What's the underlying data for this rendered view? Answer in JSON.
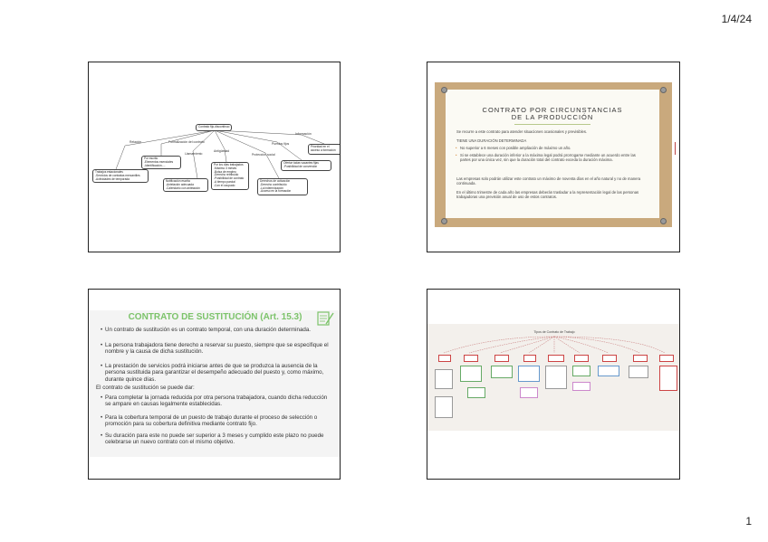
{
  "header": {
    "date": "1/4/24"
  },
  "footer": {
    "page_number": "1"
  },
  "slide1": {
    "root": "Contrato fijo-discontinuo",
    "branches": [
      {
        "label": "Relación",
        "box": ""
      },
      {
        "label": "Formalización del contrato",
        "box": "Por escrito\n-Elementos esenciales\n-Identificación...-"
      },
      {
        "label": "Llamamiento",
        "box": "Notificación escrita\n-Antelación adecuada\n-Calendario con antelación"
      },
      {
        "label": "Antigüedad",
        "box": "Por los días trabajados\n-Máximo 3 meses\n-Bolsa de empleo\n-Derecho retribuido\n-Posibilidad de contrato\n-A tiempo parcial\n-Con el ocupado"
      },
      {
        "label": "Protección social",
        "box": "Derechos de cotización\n-Derecho contribuido\n-La indemnización\n-Acceso en la formación"
      },
      {
        "label": "Puestos fijos",
        "box": "Ofertar todas vacantes fijas\n-Posibilidad de conversión"
      },
      {
        "label": "Información",
        "box": "Prioridad en el\nacceso a formación"
      }
    ],
    "left_box": "Trabajos estacionales\n-Servicios de contratas mercantiles\n-Actividades de temporada"
  },
  "slide2": {
    "title_line1": "CONTRATO POR CIRCUNSTANCIAS",
    "title_line2": "DE LA PRODUCCIÓN",
    "intro": "Se recurre a este contrato para atender situaciones ocasionales y previsibles.",
    "subtitle": "TIENE UNA DURACIÓN DETERMINADA",
    "bullets": [
      "No superior a 6 meses con posible ampliación de máximo un año.",
      "Si se establece una duración inferior a la máxima legal podrá prorrogarse mediante un acuerdo entre las partes por una única vez, sin que la duración total del contrato exceda la duración máxima."
    ],
    "para1": "Las empresas solo podrán utilizar este contrato un máximo de noventa días en el año natural y no de manera continuada.",
    "para2": "En el último trimestre de cada año las empresas deberán trasladar a la representación legal de las personas trabajadoras una previsión anual de uso de estos contratos."
  },
  "slide3": {
    "title": "CONTRATO DE SUSTITUCIÓN (Art. 15.3)",
    "bullets_a": [
      "Un contrato de sustitución es un contrato temporal, con una duración determinada.",
      "La persona trabajadora tiene derecho a reservar su puesto, siempre que se especifique el nombre y la causa de dicha sustitución.",
      "La prestación de servicios podrá iniciarse antes de que se produzca la ausencia de la persona sustituida para garantizar el desempeño adecuado del puesto y, como máximo, durante quince días."
    ],
    "middle": "El contrato de sustitución se puede dar:",
    "bullets_b": [
      "Para completar la jornada reducida por otra persona trabajadora, cuando dicha reducción se ampare en causas legalmente establecidas.",
      "Para la cobertura temporal de un puesto de trabajo durante el proceso de selección o promoción para su cobertura definitiva mediante contrato fijo.",
      "Su duración para este no puede ser superior a 3 meses y cumplido este plazo no puede celebrarse un nuevo contrato con el mismo objetivo."
    ]
  },
  "slide4": {
    "title": "Tipos de Contrato de Trabajo"
  },
  "colors": {
    "accent_green": "#7cc36a",
    "cork": "#c9a97d",
    "accent_red": "#cc4444"
  }
}
